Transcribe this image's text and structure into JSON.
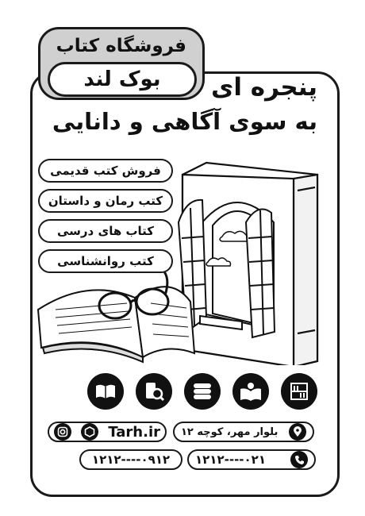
{
  "brand": {
    "shop_label": "فروشگاه کتاب",
    "name": "بوک لند"
  },
  "headline": {
    "line1": "پنجره ای",
    "line2": "به سوی آگاهی و دانایی"
  },
  "categories": [
    "فروش کتب قدیمی",
    "کتب رمان و داستان",
    "کتاب های درسی",
    "کتب روانشناسی"
  ],
  "icons": [
    "bookshelf-icon",
    "open-book-reading-icon",
    "stacked-books-icon",
    "book-search-icon",
    "open-book-icon"
  ],
  "contact": {
    "address": "بلوار مهر، کوچه ۱۲",
    "website": "Tarh.ir",
    "phone": "۰۲۱----۱۲۱۲",
    "mobile": "۰۹۱۲----۱۲۱۲"
  },
  "colors": {
    "ink": "#111111",
    "tab_gray": "#d0d0d0",
    "paper": "#ffffff"
  }
}
